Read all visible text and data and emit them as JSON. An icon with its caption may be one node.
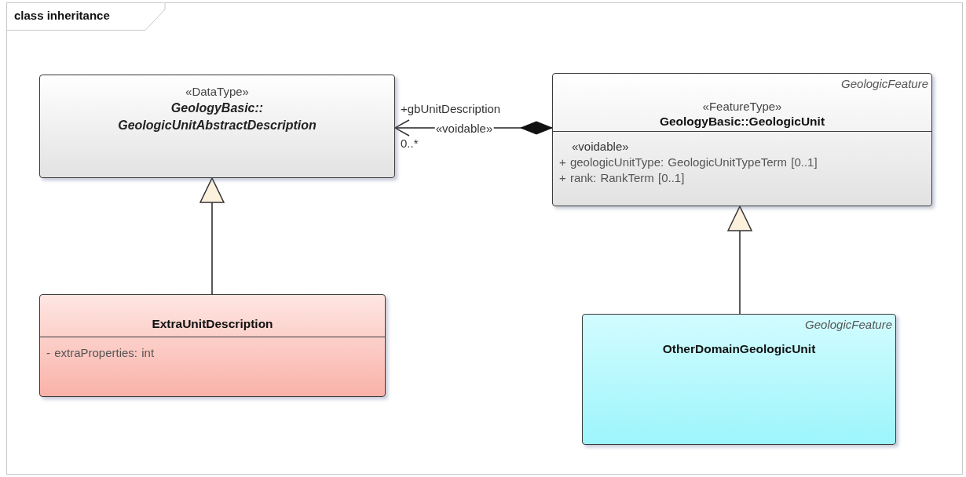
{
  "diagram": {
    "title": "class inheritance",
    "nodes": [
      {
        "text": [
          "«DataType»",
          "GeologyBasic:: GeologicUnitAbstractDescription"
        ]
      },
      {
        "text": [
          "GeologicFeature",
          "«FeatureType»",
          "GeologyBasic::GeologicUnit",
          "«voidable»",
          "+ geologicUnitType: GeologicUnitTypeTerm [0..1]",
          "+ rank: RankTerm [0..1]"
        ]
      },
      {
        "text": [
          "ExtraUnitDescription",
          "- extraProperties: int"
        ]
      },
      {
        "text": [
          "GeologicFeature",
          "OtherDomainGeologicUnit"
        ]
      }
    ],
    "edges": [
      {
        "from": 1,
        "to": 0,
        "arrow": "to",
        "label": "«voidable»"
      },
      {
        "from": 2,
        "to": 0,
        "arrow": "to"
      },
      {
        "from": 3,
        "to": 1,
        "arrow": "to"
      }
    ],
    "labels": [
      "+gbUnitDescription",
      "0..*"
    ]
  }
}
